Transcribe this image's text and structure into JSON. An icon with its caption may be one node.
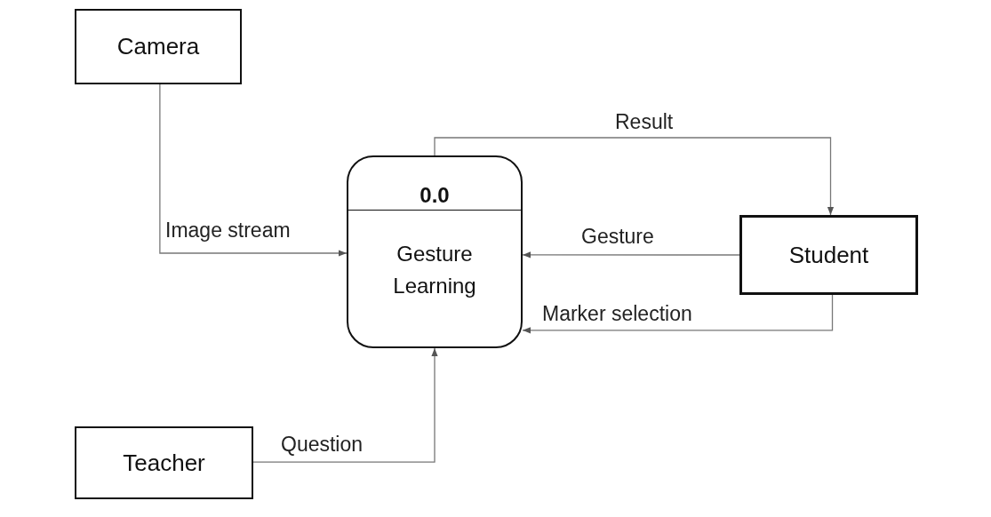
{
  "diagram": {
    "nodes": [
      {
        "text": [
          "Camera"
        ]
      },
      {
        "text": [
          "0.0",
          "Gesture Learning"
        ]
      },
      {
        "text": [
          "Student"
        ]
      },
      {
        "text": [
          "Teacher"
        ]
      }
    ],
    "edges": [
      {
        "from": 0,
        "to": 1,
        "arrow": "to",
        "label": "Image stream"
      },
      {
        "from": 1,
        "to": 2,
        "arrow": "to",
        "label": "Result"
      },
      {
        "from": 2,
        "to": 1,
        "arrow": "to",
        "label": "Gesture"
      },
      {
        "from": 2,
        "to": 1,
        "arrow": "to",
        "label": "Marker selection"
      },
      {
        "from": 3,
        "to": 1,
        "arrow": "to",
        "label": "Question"
      }
    ]
  }
}
